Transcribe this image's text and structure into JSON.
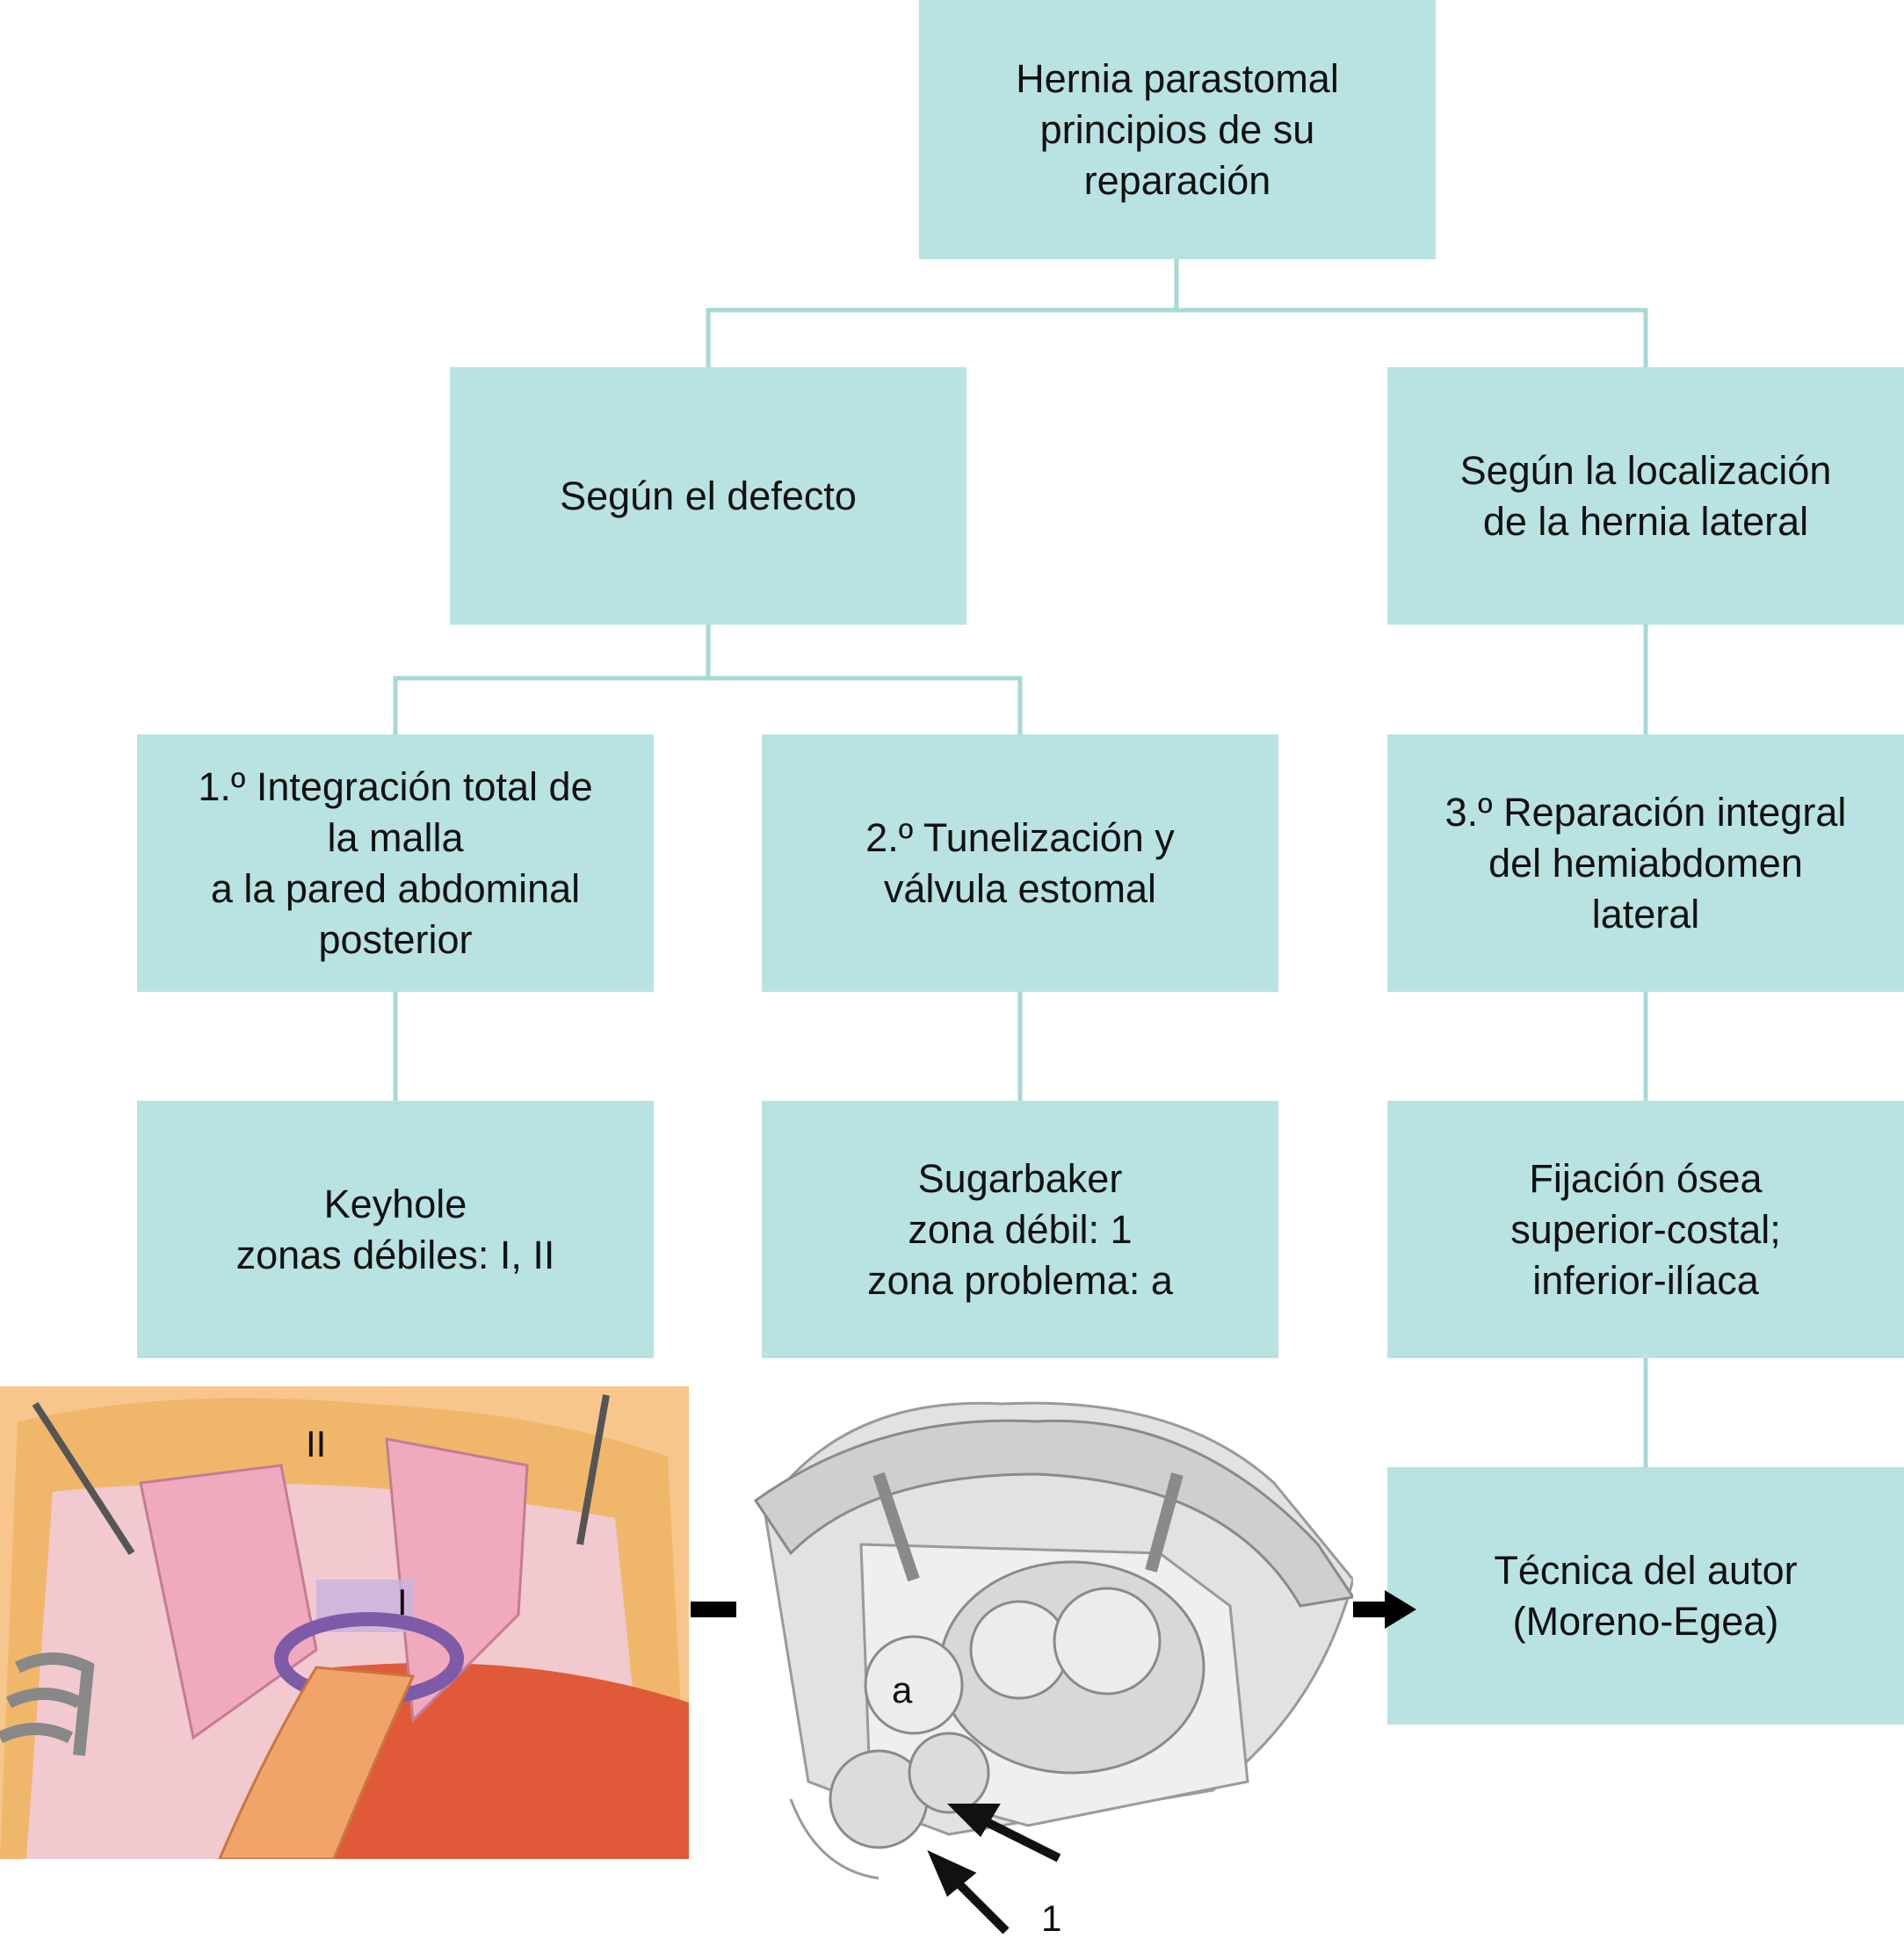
{
  "title": "Hernia parastomal\nprincipios de su\nreparación",
  "branches": {
    "defect": "Según el defecto",
    "location": "Según la localización\nde la hernia lateral"
  },
  "principles": {
    "p1": "1.º Integración total de\nla malla\na la pared abdominal\nposterior",
    "p2": "2.º Tunelización y\nválvula estomal",
    "p3": "3.º Reparación integral\ndel hemiabdomen\nlateral"
  },
  "techniques": {
    "t1": "Keyhole\nzonas débiles: I, II",
    "t2": "Sugarbaker\nzona débil: 1\nzona problema: a",
    "t3": "Fijación ósea\nsuperior-costal;\ninferior-ilíaca"
  },
  "author": "Técnica del autor\n(Moreno-Egea)",
  "image_labels": {
    "zone_II": "II",
    "zone_I": "I",
    "zone_a": "a",
    "zone_1": "1"
  },
  "colors": {
    "box_fill": "#b9e3e2",
    "connector": "#a8d8d6"
  }
}
